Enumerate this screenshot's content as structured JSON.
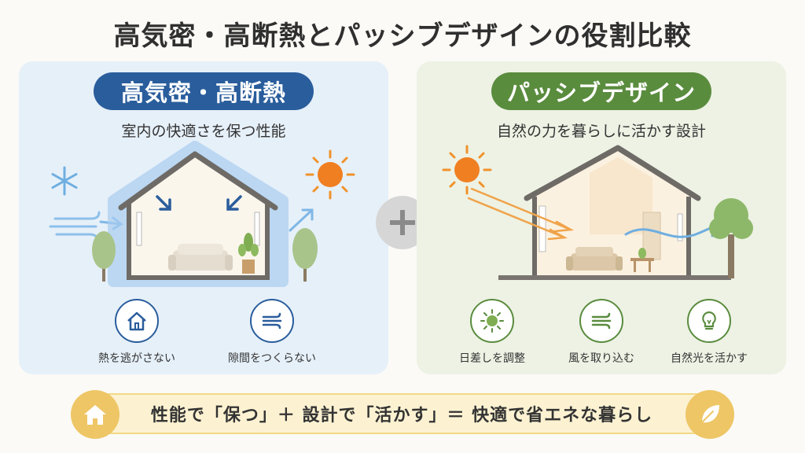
{
  "title": "高気密・高断熱とパッシブデザインの役割比較",
  "left": {
    "heading": "高気密・高断熱",
    "subtitle": "室内の快適さを保つ性能",
    "features": [
      {
        "label": "熱を逃がさない",
        "icon": "house-icon"
      },
      {
        "label": "隙間をつくらない",
        "icon": "wind-icon"
      }
    ],
    "colors": {
      "accent": "#2a5d9c",
      "panel": "#e6f0f9",
      "insulation": "#a9cdf0"
    }
  },
  "right": {
    "heading": "パッシブデザイン",
    "subtitle": "自然の力を暮らしに活かす設計",
    "features": [
      {
        "label": "日差しを調整",
        "icon": "sun-icon"
      },
      {
        "label": "風を取り込む",
        "icon": "wind-icon"
      },
      {
        "label": "自然光を活かす",
        "icon": "lightbulb-icon"
      }
    ],
    "colors": {
      "accent": "#5a8c3e",
      "panel": "#edf2e4"
    }
  },
  "banner": {
    "text": "性能で「保つ」＋ 設計で「活かす」＝ 快適で省エネな暮らし",
    "left_icon": "house-icon",
    "right_icon": "leaf-icon",
    "colors": {
      "fill": "#fcf2d2",
      "icon": "#eec666"
    }
  }
}
